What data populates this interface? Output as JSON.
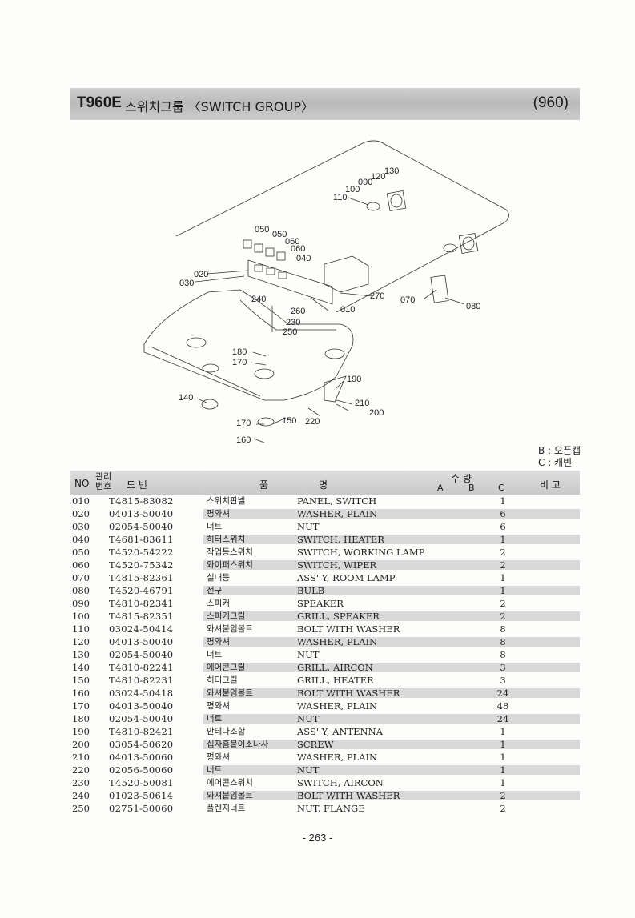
{
  "header": {
    "model_code": "T960E",
    "group_title": "스위치그룹 〈SWITCH GROUP〉",
    "group_number": "(960)"
  },
  "diagram": {
    "callouts": [
      "010",
      "020",
      "030",
      "040",
      "050",
      "050",
      "060",
      "060",
      "070",
      "080",
      "090",
      "100",
      "110",
      "120",
      "130",
      "140",
      "150",
      "160",
      "170",
      "170",
      "180",
      "190",
      "200",
      "210",
      "220",
      "230",
      "240",
      "250",
      "260",
      "270"
    ]
  },
  "legend": {
    "b": "B : 오픈캡",
    "c": "C : 캐빈"
  },
  "table": {
    "headers": {
      "no": "NO",
      "ref_top": "관리",
      "ref_bottom": "번호",
      "drawing": "도    번",
      "name_1": "품",
      "name_2": "명",
      "qty": "수    량",
      "qty_a": "A",
      "qty_b": "B",
      "qty_c": "C",
      "remarks": "비 고"
    },
    "rows": [
      {
        "no": "010",
        "part": "T4815-83082",
        "kr": "스위치판넬",
        "en": "PANEL, SWITCH",
        "qty": "1"
      },
      {
        "no": "020",
        "part": "04013-50040",
        "kr": "평와셔",
        "en": "WASHER, PLAIN",
        "qty": "6"
      },
      {
        "no": "030",
        "part": "02054-50040",
        "kr": "너트",
        "en": "NUT",
        "qty": "6"
      },
      {
        "no": "040",
        "part": "T4681-83611",
        "kr": "히터스위치",
        "en": "SWITCH, HEATER",
        "qty": "1"
      },
      {
        "no": "050",
        "part": "T4520-54222",
        "kr": "작업등스위치",
        "en": "SWITCH, WORKING LAMP",
        "qty": "2"
      },
      {
        "no": "060",
        "part": "T4520-75342",
        "kr": "와이퍼스위치",
        "en": "SWITCH, WIPER",
        "qty": "2"
      },
      {
        "no": "070",
        "part": "T4815-82361",
        "kr": "실내등",
        "en": "ASS' Y, ROOM LAMP",
        "qty": "1"
      },
      {
        "no": "080",
        "part": "T4520-46791",
        "kr": "전구",
        "en": "BULB",
        "qty": "1"
      },
      {
        "no": "090",
        "part": "T4810-82341",
        "kr": "스피커",
        "en": "SPEAKER",
        "qty": "2"
      },
      {
        "no": "100",
        "part": "T4815-82351",
        "kr": "스피커그릴",
        "en": "GRILL, SPEAKER",
        "qty": "2"
      },
      {
        "no": "110",
        "part": "03024-50414",
        "kr": "와셔붙임볼트",
        "en": "BOLT WITH WASHER",
        "qty": "8"
      },
      {
        "no": "120",
        "part": "04013-50040",
        "kr": "평와셔",
        "en": "WASHER, PLAIN",
        "qty": "8"
      },
      {
        "no": "130",
        "part": "02054-50040",
        "kr": "너트",
        "en": "NUT",
        "qty": "8"
      },
      {
        "no": "140",
        "part": "T4810-82241",
        "kr": "에어콘그릴",
        "en": "GRILL, AIRCON",
        "qty": "3"
      },
      {
        "no": "150",
        "part": "T4810-82231",
        "kr": "히터그릴",
        "en": "GRILL, HEATER",
        "qty": "3"
      },
      {
        "no": "160",
        "part": "03024-50418",
        "kr": "와셔붙임볼트",
        "en": "BOLT WITH WASHER",
        "qty": "24"
      },
      {
        "no": "170",
        "part": "04013-50040",
        "kr": "평와셔",
        "en": "WASHER, PLAIN",
        "qty": "48"
      },
      {
        "no": "180",
        "part": "02054-50040",
        "kr": "너트",
        "en": "NUT",
        "qty": "24"
      },
      {
        "no": "190",
        "part": "T4810-82421",
        "kr": "안테나조합",
        "en": "ASS' Y, ANTENNA",
        "qty": "1"
      },
      {
        "no": "200",
        "part": "03054-50620",
        "kr": "십자홈붙이소나사",
        "en": "SCREW",
        "qty": "1"
      },
      {
        "no": "210",
        "part": "04013-50060",
        "kr": "평와셔",
        "en": "WASHER, PLAIN",
        "qty": "1"
      },
      {
        "no": "220",
        "part": "02056-50060",
        "kr": "너트",
        "en": "NUT",
        "qty": "1"
      },
      {
        "no": "230",
        "part": "T4520-50081",
        "kr": "에어콘스위치",
        "en": "SWITCH, AIRCON",
        "qty": "1"
      },
      {
        "no": "240",
        "part": "01023-50614",
        "kr": "와셔붙임볼트",
        "en": "BOLT WITH WASHER",
        "qty": "2"
      },
      {
        "no": "250",
        "part": "02751-50060",
        "kr": "플렌지너트",
        "en": "NUT, FLANGE",
        "qty": "2"
      }
    ]
  },
  "footer": {
    "page_number": "- 263 -"
  }
}
